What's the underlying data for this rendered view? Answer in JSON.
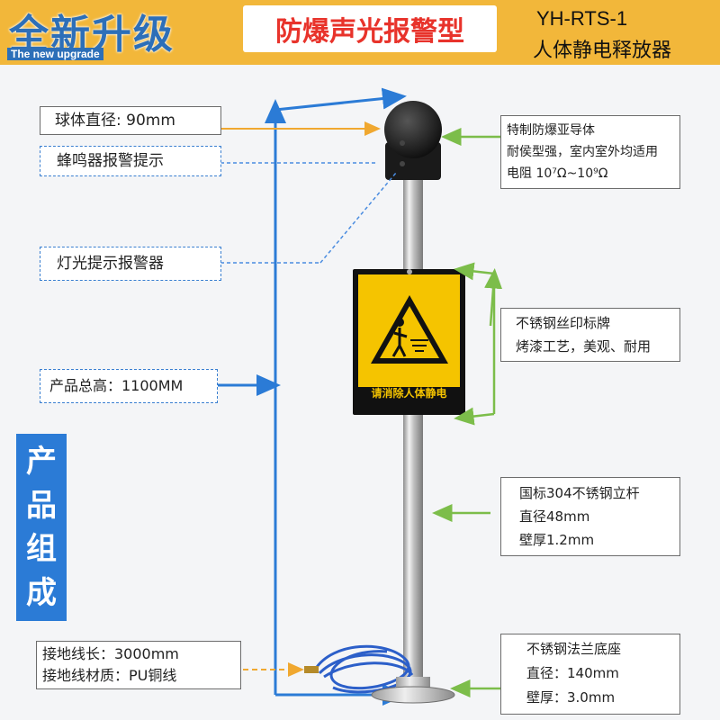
{
  "header": {
    "logo_main": "全新升级",
    "logo_sub": "The new upgrade",
    "title": "防爆声光报警型",
    "model": "YH-RTS-1",
    "product": "人体静电释放器"
  },
  "left_labels": {
    "ball": "球体直径: 90mm",
    "buzzer": "蜂鸣器报警提示",
    "light": "灯光提示报警器",
    "height": "产品总高：1100MM",
    "wire_len": "接地线长：3000mm",
    "wire_mat": "接地线材质：PU铜线"
  },
  "right_labels": {
    "ball_line1": "特制防爆亚导体",
    "ball_line2": "耐侯型强，室内室外均适用",
    "ball_line3": "电阻 10⁷Ω~10⁹Ω",
    "sign_line1": "不锈钢丝印标牌",
    "sign_line2": "烤漆工艺，美观、耐用",
    "pole_line1": "国标304不锈钢立杆",
    "pole_line2": "直径48mm",
    "pole_line3": "壁厚1.2mm",
    "base_line1": "不锈钢法兰底座",
    "base_line2": "直径：140mm",
    "base_line3": "壁厚：3.0mm"
  },
  "side_title": [
    "产",
    "品",
    "组",
    "成"
  ],
  "sign": {
    "caption": "请消除人体静电"
  },
  "colors": {
    "header": "#f2b73a",
    "title_red": "#e8332b",
    "accent_blue": "#2b7bd6",
    "arrow_green": "#7cbd4a",
    "arrow_orange": "#f0a830",
    "sign_yellow": "#f5c400"
  }
}
